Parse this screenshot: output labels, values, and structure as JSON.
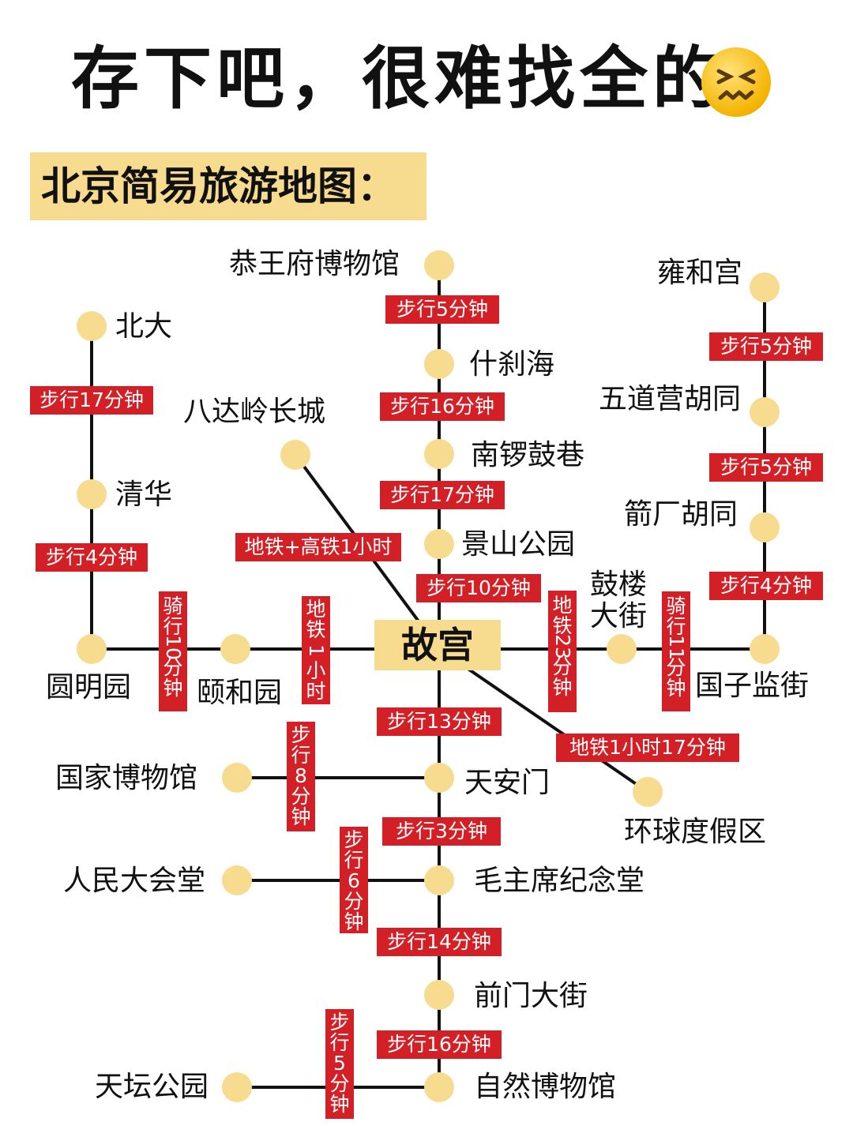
{
  "title": "存下吧，很难找全的",
  "subtitle": "北京简易旅游地图：",
  "hub": "故宫",
  "places": {
    "gongwangfu": "恭王府博物馆",
    "shichahai": "什刹海",
    "nanluogu": "南锣鼓巷",
    "jingshan": "景山公园",
    "yonghegong": "雍和宫",
    "wudaoying": "五道营胡同",
    "jianchang": "箭厂胡同",
    "guozijian": "国子监街",
    "gulou_line1": "鼓楼",
    "gulou_line2": "大街",
    "beida": "北大",
    "qinghua": "清华",
    "yuanmingyuan": "圆明园",
    "yiheyuan": "颐和园",
    "badaling": "八达岭长城",
    "huanqiu": "环球度假区",
    "guobo": "国家博物馆",
    "tiananmen": "天安门",
    "renda": "人民大会堂",
    "maojinian": "毛主席纪念堂",
    "qianmen": "前门大街",
    "tiantan": "天坛公园",
    "ziran": "自然博物馆"
  },
  "routes": {
    "gongwangfu_shichahai": "步行5分钟",
    "shichahai_nanluogu": "步行16分钟",
    "nanluogu_jingshan": "步行17分钟",
    "jingshan_gugong": "步行10分钟",
    "yonghe_wudao": "步行5分钟",
    "wudao_jianchang": "步行5分钟",
    "jianchang_guozijian": "步行4分钟",
    "beida_qinghua": "步行17分钟",
    "qinghua_yuanming": "步行4分钟",
    "badaling_gugong": "地铁+高铁1小时",
    "gugong_huanqiu": "地铁1小时17分钟",
    "gugong_tiananmen": "步行13分钟",
    "tiananmen_mao": "步行3分钟",
    "mao_qianmen": "步行14分钟",
    "qianmen_ziran": "步行16分钟",
    "yuanming_yihe": [
      "骑",
      "行",
      "10",
      "分",
      "钟"
    ],
    "yihe_gugong": [
      "地",
      "铁",
      "1",
      "小",
      "时"
    ],
    "gugong_gulou": [
      "地",
      "铁",
      "23",
      "分",
      "钟"
    ],
    "gulou_guozijian": [
      "骑",
      "行",
      "11",
      "分",
      "钟"
    ],
    "guobo_tiananmen": [
      "步",
      "行",
      "8",
      "分",
      "钟"
    ],
    "renda_mao": [
      "步",
      "行",
      "6",
      "分",
      "钟"
    ],
    "tiantan_ziran": [
      "步",
      "行",
      "5",
      "分",
      "钟"
    ]
  },
  "colors": {
    "node": "#f7dc8f",
    "tag": "#d32027",
    "line": "#111111",
    "highlight": "#f7dc8f"
  },
  "icons": {
    "title_emoji": "confounded-face-icon"
  }
}
